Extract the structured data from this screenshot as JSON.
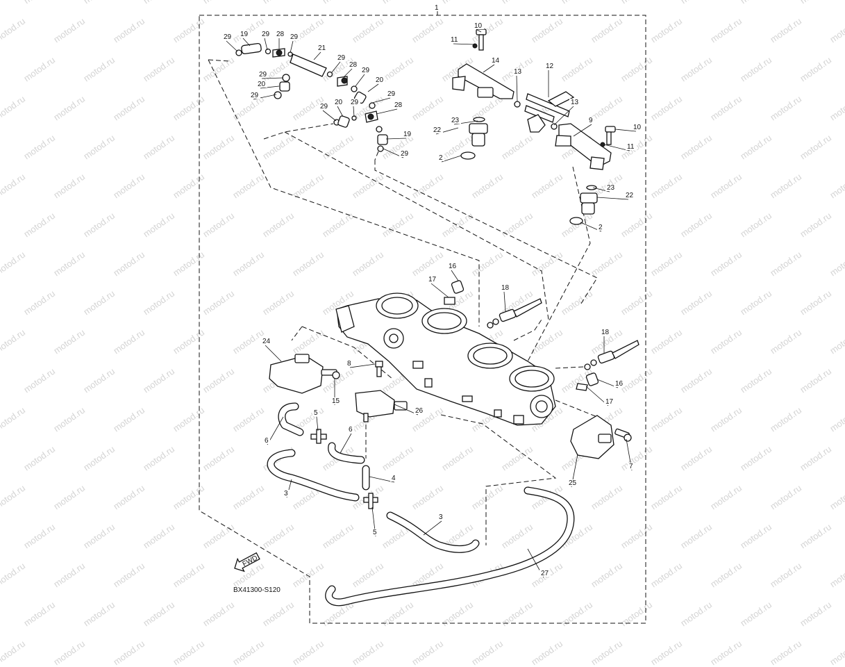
{
  "diagram": {
    "code": "BX41300-S120",
    "fwd_label": "FWD",
    "watermark_text": "motod.ru",
    "callouts": [
      {
        "id": "c1",
        "num": "1"
      },
      {
        "id": "c29a",
        "num": "29"
      },
      {
        "id": "c19a",
        "num": "19"
      },
      {
        "id": "c29b",
        "num": "29"
      },
      {
        "id": "c28a",
        "num": "28"
      },
      {
        "id": "c29c",
        "num": "29"
      },
      {
        "id": "c21",
        "num": "21"
      },
      {
        "id": "c29d",
        "num": "29"
      },
      {
        "id": "c28b",
        "num": "28"
      },
      {
        "id": "c29e",
        "num": "29"
      },
      {
        "id": "c20a",
        "num": "20"
      },
      {
        "id": "c29f",
        "num": "29"
      },
      {
        "id": "c20b",
        "num": "20"
      },
      {
        "id": "c29g",
        "num": "29"
      },
      {
        "id": "c29h",
        "num": "29"
      },
      {
        "id": "c20c",
        "num": "20"
      },
      {
        "id": "c29i",
        "num": "29"
      },
      {
        "id": "c28c",
        "num": "28"
      },
      {
        "id": "c29j",
        "num": "29"
      },
      {
        "id": "c19b",
        "num": "19"
      },
      {
        "id": "c29k",
        "num": "29"
      },
      {
        "id": "c10a",
        "num": "10"
      },
      {
        "id": "c11a",
        "num": "11"
      },
      {
        "id": "c14",
        "num": "14"
      },
      {
        "id": "c12",
        "num": "12"
      },
      {
        "id": "c13a",
        "num": "13"
      },
      {
        "id": "c13b",
        "num": "13"
      },
      {
        "id": "c23a",
        "num": "23"
      },
      {
        "id": "c22a",
        "num": "22"
      },
      {
        "id": "c2a",
        "num": "2"
      },
      {
        "id": "c9",
        "num": "9"
      },
      {
        "id": "c10b",
        "num": "10"
      },
      {
        "id": "c11b",
        "num": "11"
      },
      {
        "id": "c23b",
        "num": "23"
      },
      {
        "id": "c22b",
        "num": "22"
      },
      {
        "id": "c2b",
        "num": "2"
      },
      {
        "id": "c16a",
        "num": "16"
      },
      {
        "id": "c17a",
        "num": "17"
      },
      {
        "id": "c18a",
        "num": "18"
      },
      {
        "id": "c18b",
        "num": "18"
      },
      {
        "id": "c16b",
        "num": "16"
      },
      {
        "id": "c17b",
        "num": "17"
      },
      {
        "id": "c24",
        "num": "24"
      },
      {
        "id": "c8",
        "num": "8"
      },
      {
        "id": "c15",
        "num": "15"
      },
      {
        "id": "c26",
        "num": "26"
      },
      {
        "id": "c7",
        "num": "7"
      },
      {
        "id": "c25",
        "num": "25"
      },
      {
        "id": "c5a",
        "num": "5"
      },
      {
        "id": "c6a",
        "num": "6"
      },
      {
        "id": "c6b",
        "num": "6"
      },
      {
        "id": "c4",
        "num": "4"
      },
      {
        "id": "c3a",
        "num": "3"
      },
      {
        "id": "c5b",
        "num": "5"
      },
      {
        "id": "c3b",
        "num": "3"
      },
      {
        "id": "c27",
        "num": "27"
      }
    ]
  }
}
